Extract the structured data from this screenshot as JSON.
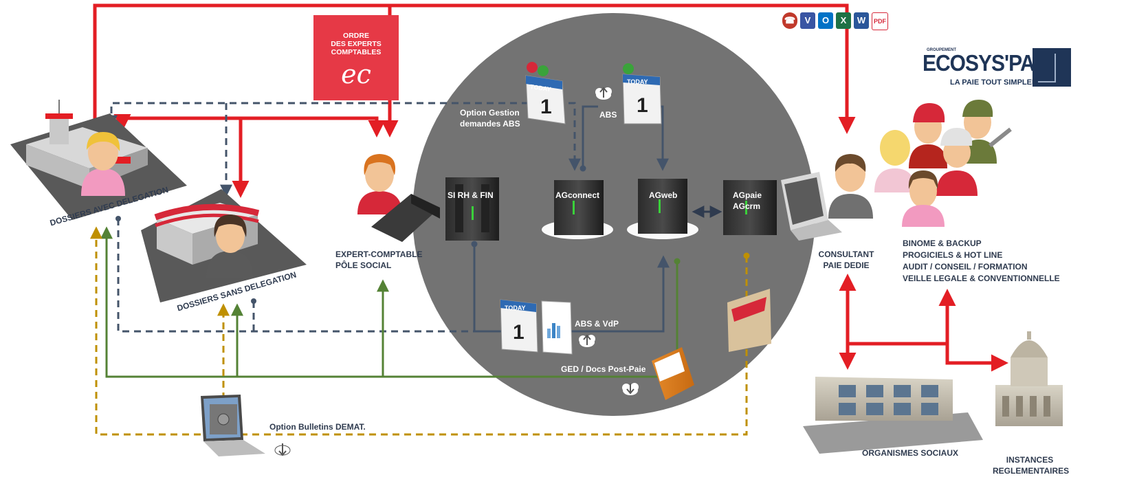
{
  "header": {
    "oec_logo_lines": [
      "ORDRE",
      "DES EXPERTS",
      "COMPTABLES"
    ],
    "oec_logo_mark": "ec",
    "ecosys_logo": {
      "group": "GROUPEMENT",
      "name": "ECOSYS'PAYE",
      "tagline": "LA PAIE TOUT SIMPLEMENT"
    },
    "app_icons": [
      "phone-icon",
      "visio-icon",
      "outlook-icon",
      "excel-icon",
      "word-icon",
      "pdf-icon"
    ]
  },
  "diagram": {
    "labels": {
      "dossiers_avec": "DOSSIERS AVEC DELEGATION",
      "dossiers_sans": "DOSSIERS SANS DELEGATION",
      "expert_line1": "EXPERT-COMPTABLE",
      "expert_line2": "PÔLE SOCIAL",
      "option_abs_line1": "Option Gestion",
      "option_abs_line2": "demandes ABS",
      "abs": "ABS",
      "si_rh": "SI RH & FIN",
      "agconnect": "AGconnect",
      "agweb": "AGweb",
      "agpaie": "AGpaie",
      "agcrm": "AGcrm",
      "abs_vdp": "ABS & VdP",
      "ged": "GED / Docs Post-Paie",
      "option_bulletins": "Option Bulletins DEMAT.",
      "consultant_line1": "CONSULTANT",
      "consultant_line2": "PAIE DEDIE",
      "services": [
        "BINOME & BACKUP",
        "PROGICIELS & HOT LINE",
        "AUDIT / CONSEIL / FORMATION",
        "VEILLE LEGALE & CONVENTIONNELLE"
      ],
      "organismes": "ORGANISMES SOCIAUX",
      "instances_line1": "INSTANCES",
      "instances_line2": "REGLEMENTAIRES"
    },
    "calendar_text": {
      "today": "TODAY",
      "day": "1"
    },
    "colors": {
      "circle": "#737373",
      "red": "#e31e24",
      "navy": "#44546a",
      "green": "#548235",
      "gold": "#bf9000",
      "oec_bg": "#e63946",
      "ecosys_blue": "#1f3557"
    }
  }
}
